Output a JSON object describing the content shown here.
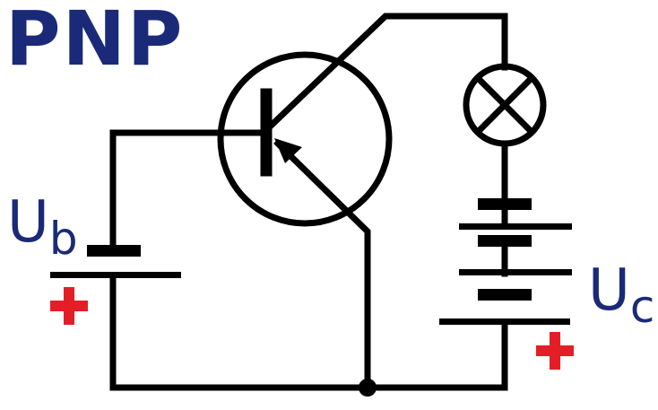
{
  "title": "PNP",
  "labels": {
    "base_voltage": {
      "main": "U",
      "sub": "b"
    },
    "collector_voltage": {
      "main": "U",
      "sub": "c"
    }
  },
  "colors": {
    "wire": "#000000",
    "title": "#1b2a78",
    "polarity_plus": "#e41e26"
  },
  "components": [
    "pnp-transistor",
    "lamp",
    "base-battery",
    "collector-battery"
  ]
}
